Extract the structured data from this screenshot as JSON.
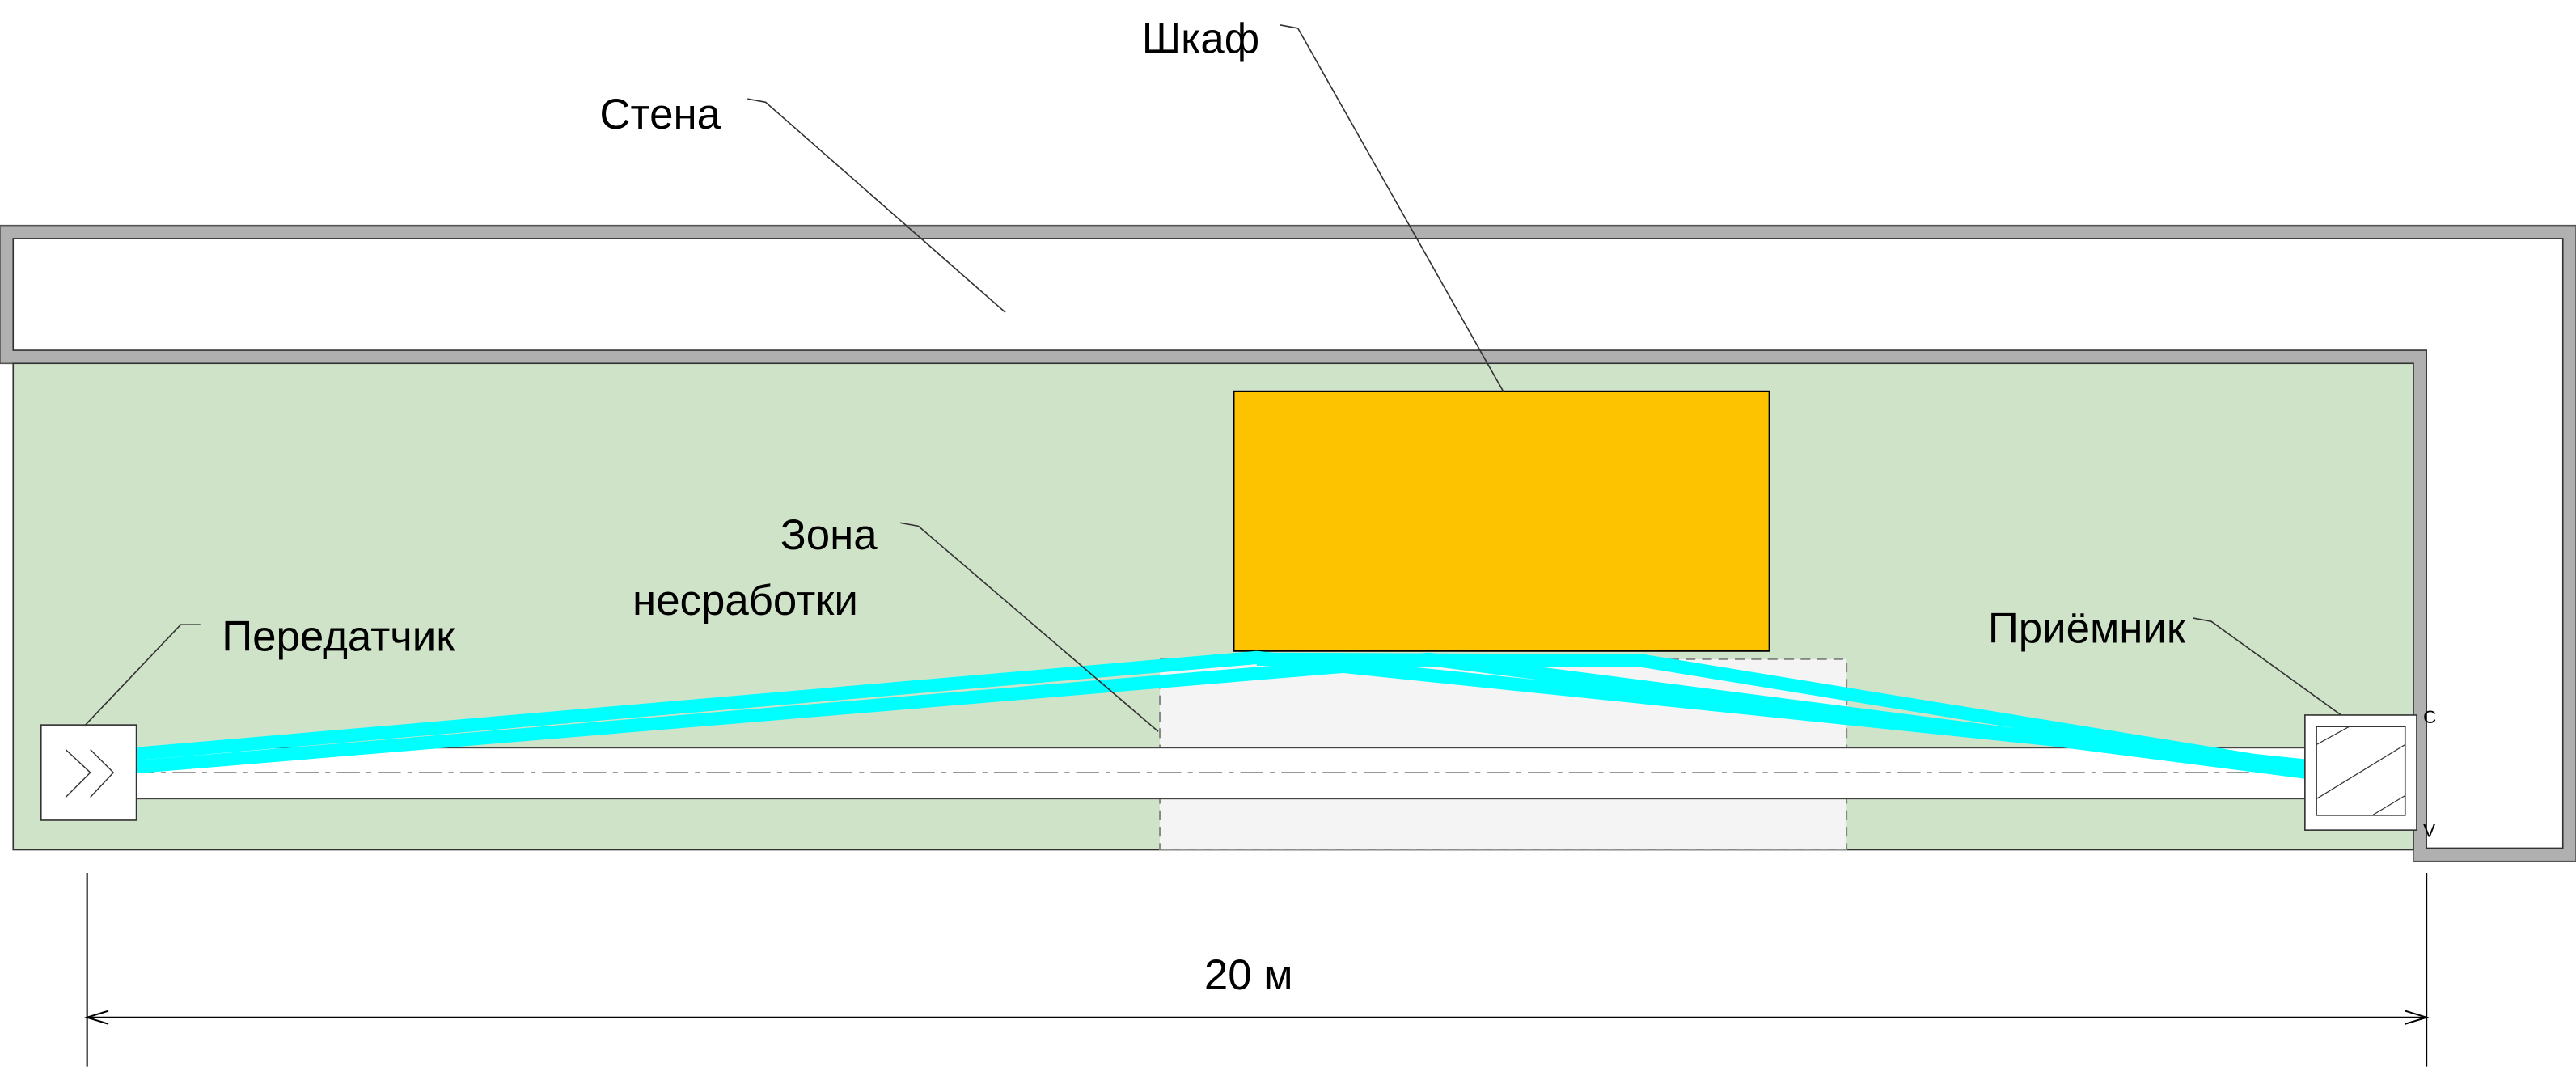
{
  "labels": {
    "wall": "Стена",
    "cabinet": "Шкаф",
    "dead_zone_line1": "Зона",
    "dead_zone_line2": "несработки",
    "transmitter": "Передатчик",
    "receiver": "Приёмник",
    "receiver_mark_top": "C",
    "receiver_mark_bottom": "V"
  },
  "dimension": {
    "label": "20 м"
  },
  "colors": {
    "wall": "#b0b0b0",
    "room": "#cfe3c9",
    "cabinet": "#fdc300",
    "beam": "#00ffff",
    "dead_zone": "#f4f4f4"
  }
}
